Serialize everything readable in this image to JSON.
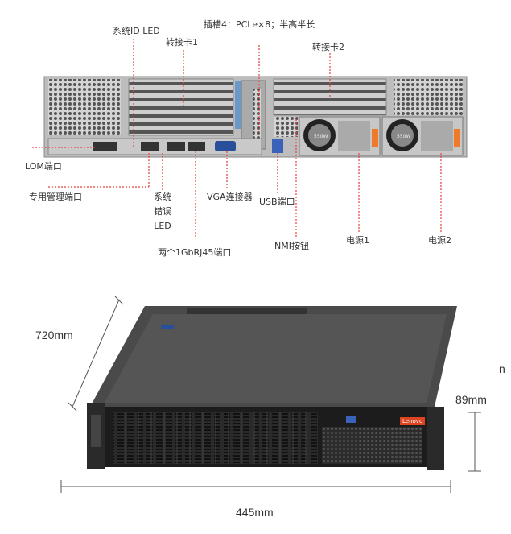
{
  "rear_labels": {
    "system_id_led": "系统ID LED",
    "slot4": "插槽4：PCLe×8；半高半长",
    "riser1": "转接卡1",
    "riser2": "转接卡2",
    "lom_port": "LOM端口",
    "mgmt_port": "专用管理端口",
    "system_error_led": "系统\n错误\nLED",
    "vga": "VGA连接器",
    "usb_port": "USB端口",
    "nmi_button": "NMI按钮",
    "psu1": "电源1",
    "psu2": "电源2",
    "rj45": "两个1GbRJ45端口",
    "psu_rating": "550W"
  },
  "front": {
    "depth": "720mm",
    "height": "89mm",
    "width": "445mm",
    "brand": "Lenovo",
    "stray_char": "n"
  },
  "colors": {
    "leader_line": "#e8413a",
    "chassis": "#3a3a3a",
    "psu_handle": "#f07a2a",
    "bezel": "#1c1c1c"
  }
}
